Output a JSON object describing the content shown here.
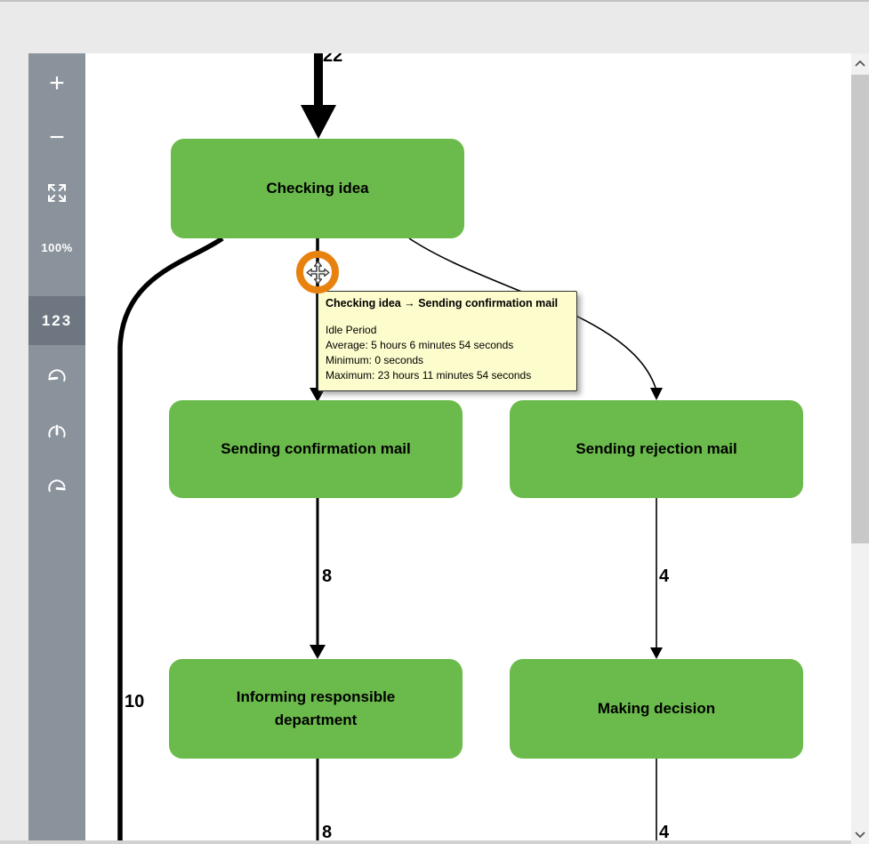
{
  "sidebar": {
    "zoom_in": "+",
    "zoom_out": "−",
    "zoom_level": "100%",
    "frequency_toggle": "123",
    "icons": {
      "fit": "fit-to-screen-icon",
      "gauge_low": "gauge-minimum-icon",
      "gauge_mid": "gauge-median-icon",
      "gauge_high": "gauge-maximum-icon"
    }
  },
  "diagram": {
    "node_color": "#6bbb4c",
    "nodes": {
      "checking": "Checking idea",
      "confirmation": "Sending confirmation mail",
      "rejection": "Sending rejection mail",
      "informing": "Informing responsible department",
      "decision": "Making decision"
    },
    "edge_counts": {
      "incoming_checking": "22",
      "bypass": "10",
      "confirmation_to_informing": "8",
      "rejection_to_decision": "4",
      "informing_out": "8",
      "decision_out": "4"
    }
  },
  "tooltip": {
    "title": "Checking idea → Sending confirmation mail",
    "metric": "Idle Period",
    "average": "Average: 5 hours 6 minutes 54 seconds",
    "minimum": "Minimum: 0 seconds",
    "maximum": "Maximum: 23 hours 11 minutes 54 seconds"
  },
  "cursor": {
    "color": "#e8820e",
    "icon": "move-cursor-icon"
  }
}
